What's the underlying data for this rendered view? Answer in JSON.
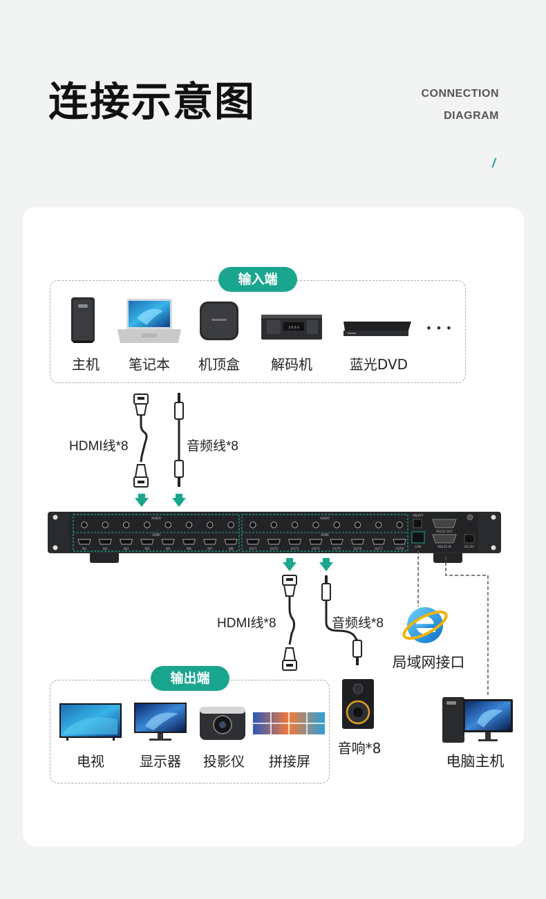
{
  "header": {
    "title": "连接示意图",
    "subtitle_line1": "CONNECTION",
    "subtitle_line2": "DIAGRAM",
    "accent_mark": "/"
  },
  "input_section": {
    "badge": "输入端",
    "devices": [
      {
        "label": "主机",
        "icon": "pc-tower-icon"
      },
      {
        "label": "笔记本",
        "icon": "laptop-icon"
      },
      {
        "label": "机顶盒",
        "icon": "set-top-box-icon"
      },
      {
        "label": "解码机",
        "icon": "decoder-icon"
      },
      {
        "label": "蓝光DVD",
        "icon": "bluray-player-icon"
      }
    ],
    "more": "• • •"
  },
  "cables_in": {
    "hdmi_label": "HDMI线*8",
    "audio_label": "音频线*8"
  },
  "matrix": {
    "audio_tag": "AUDIO",
    "hdmi_tag": "HDMI",
    "inputs": [
      "IN1",
      "IN2",
      "IN3",
      "IN4",
      "IN5",
      "IN6",
      "IN7",
      "IN8"
    ],
    "outputs": [
      "OUT1",
      "OUT2",
      "OUT3",
      "OUT4",
      "OUT5",
      "OUT6",
      "OUT7",
      "OUT8"
    ],
    "on_off": "ON/OFF",
    "rs232_out": "RS232 OUT",
    "rs232_in": "RS232 IN",
    "lan": "LAN",
    "dc": "DC12V"
  },
  "cables_out": {
    "hdmi_label": "HDMI线*8",
    "audio_label": "音频线*8"
  },
  "network": {
    "label": "局域网接口",
    "icon": "ie-browser-icon"
  },
  "speaker": {
    "label": "音响*8",
    "icon": "speaker-icon"
  },
  "computer": {
    "label": "电脑主机",
    "icon": "desktop-computer-icon"
  },
  "output_section": {
    "badge": "输出端",
    "devices": [
      {
        "label": "电视",
        "icon": "tv-icon"
      },
      {
        "label": "显示器",
        "icon": "monitor-icon"
      },
      {
        "label": "投影仪",
        "icon": "projector-icon"
      },
      {
        "label": "拼接屏",
        "icon": "video-wall-icon"
      }
    ]
  },
  "colors": {
    "accent": "#1aa58e",
    "device_dark": "#2a2b2d",
    "background": "#f2f3f3"
  }
}
